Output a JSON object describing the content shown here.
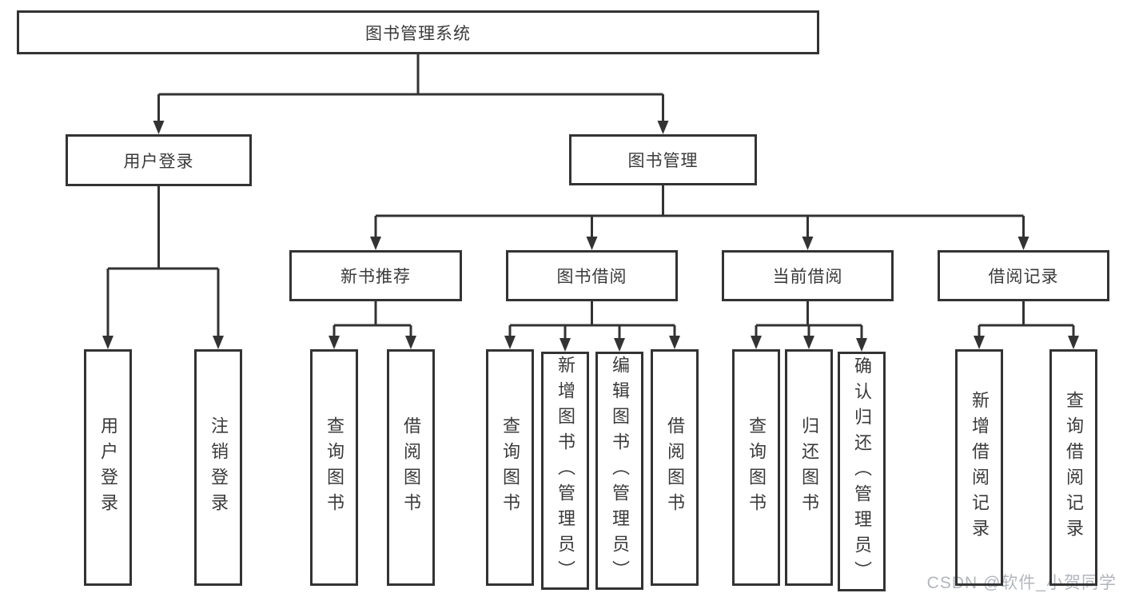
{
  "tree": {
    "root": {
      "label": "图书管理系统"
    },
    "branches": [
      {
        "label": "用户登录",
        "children": [
          {
            "label": "用户登录"
          },
          {
            "label": "注销登录"
          }
        ]
      },
      {
        "label": "图书管理",
        "children": [
          {
            "label": "新书推荐",
            "children": [
              {
                "label": "查询图书"
              },
              {
                "label": "借阅图书"
              }
            ]
          },
          {
            "label": "图书借阅",
            "children": [
              {
                "label": "查询图书"
              },
              {
                "label": "新增图书（管理员）"
              },
              {
                "label": "编辑图书（管理员）"
              },
              {
                "label": "借阅图书"
              }
            ]
          },
          {
            "label": "当前借阅",
            "children": [
              {
                "label": "查询图书"
              },
              {
                "label": "归还图书"
              },
              {
                "label": "确认归还（管理员）"
              }
            ]
          },
          {
            "label": "借阅记录",
            "children": [
              {
                "label": "新增借阅记录"
              },
              {
                "label": "查询借阅记录"
              }
            ]
          }
        ]
      }
    ]
  },
  "watermark": {
    "text": "CSDN @软件_小贺同学"
  },
  "colors": {
    "line": "#333333",
    "box_border": "#333333",
    "text": "#3a3a3a",
    "background": "#ffffff",
    "watermark": "#b2b6bc"
  }
}
